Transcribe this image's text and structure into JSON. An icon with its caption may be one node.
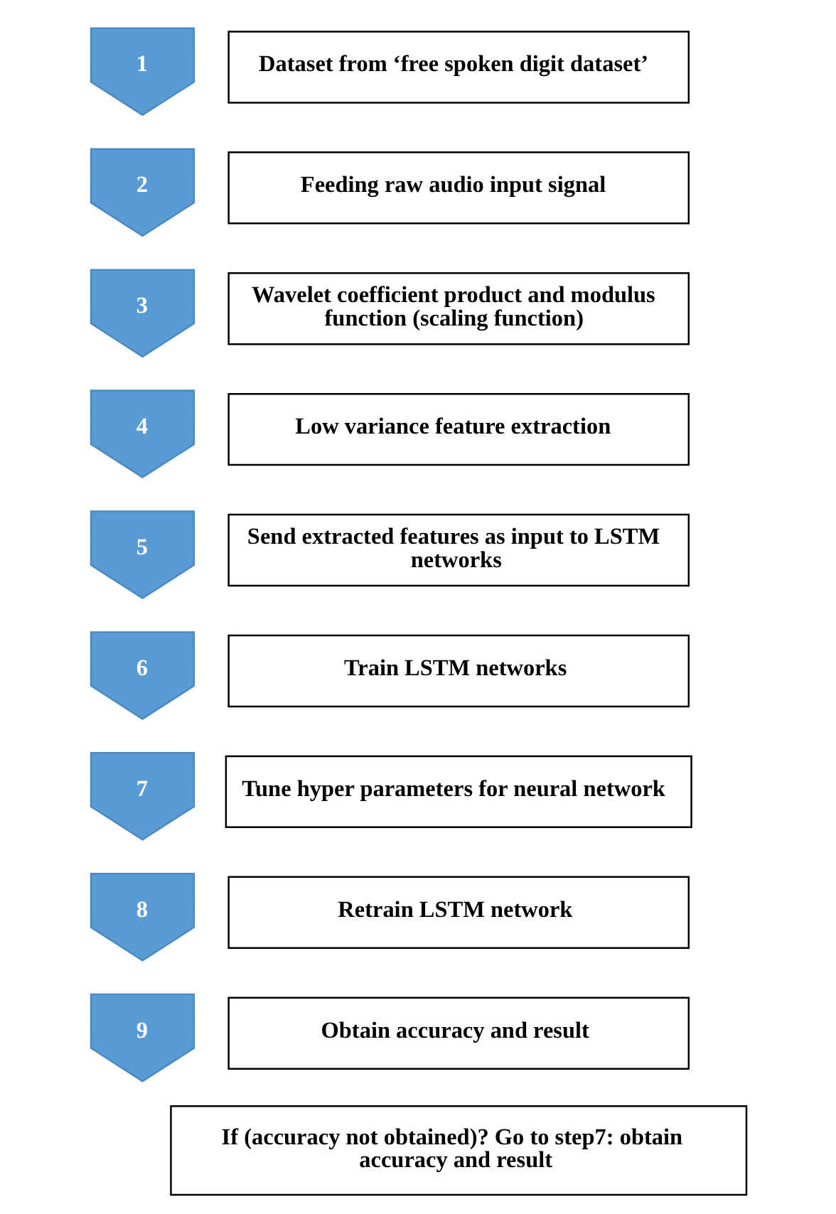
{
  "diagram": {
    "nodes": [
      {
        "text": [
          "1"
        ]
      },
      {
        "text": [
          "Dataset from ‘free spoken digit dataset’"
        ]
      },
      {
        "text": [
          "2"
        ]
      },
      {
        "text": [
          "Feeding raw audio input signal"
        ]
      },
      {
        "text": [
          "3"
        ]
      },
      {
        "text": [
          "Wavelet coefficient product and modulus function (scaling function)"
        ]
      },
      {
        "text": [
          "4"
        ]
      },
      {
        "text": [
          "Low variance feature extraction"
        ]
      },
      {
        "text": [
          "5"
        ]
      },
      {
        "text": [
          "Send extracted features as input to LSTM networks"
        ]
      },
      {
        "text": [
          "6"
        ]
      },
      {
        "text": [
          "Train LSTM networks"
        ]
      },
      {
        "text": [
          "7"
        ]
      },
      {
        "text": [
          "Tune hyper parameters for neural network"
        ]
      },
      {
        "text": [
          "8"
        ]
      },
      {
        "text": [
          "Retrain LSTM network"
        ]
      },
      {
        "text": [
          "9"
        ]
      },
      {
        "text": [
          "Obtain accuracy and result"
        ]
      },
      {
        "text": [
          "If (accuracy not obtained)? Go to step7: obtain accuracy and result"
        ]
      }
    ],
    "edges": []
  }
}
